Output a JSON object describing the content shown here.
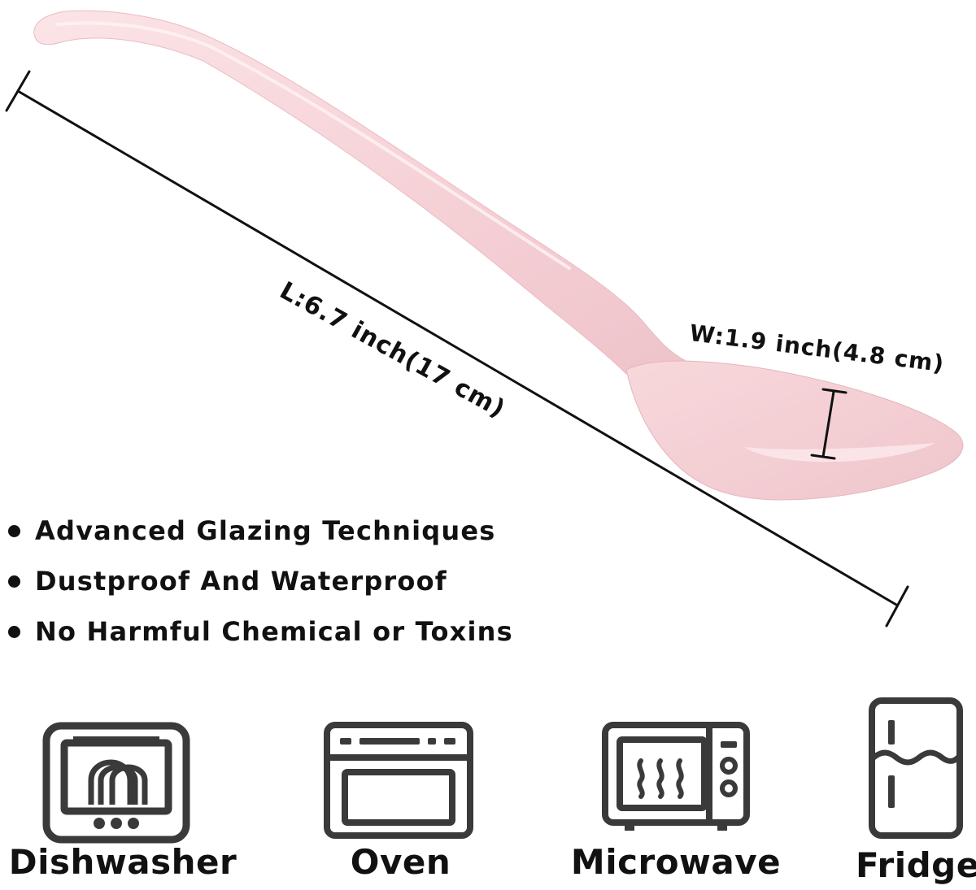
{
  "dimensions": {
    "length_label": "L:6.7 inch(17 cm)",
    "width_label": "W:1.9 inch(4.8 cm)"
  },
  "features": [
    "Advanced Glazing Techniques",
    "Dustproof And Waterproof",
    "No Harmful Chemical or Toxins"
  ],
  "compatibility": [
    {
      "label": "Dishwasher",
      "icon": "dishwasher-icon"
    },
    {
      "label": "Oven",
      "icon": "oven-icon"
    },
    {
      "label": "Microwave",
      "icon": "microwave-icon"
    },
    {
      "label": "Fridge",
      "icon": "fridge-icon"
    }
  ],
  "colors": {
    "spoon": "#f6d3d8",
    "ink": "#111111",
    "icon_stroke": "#3a3a3a"
  }
}
